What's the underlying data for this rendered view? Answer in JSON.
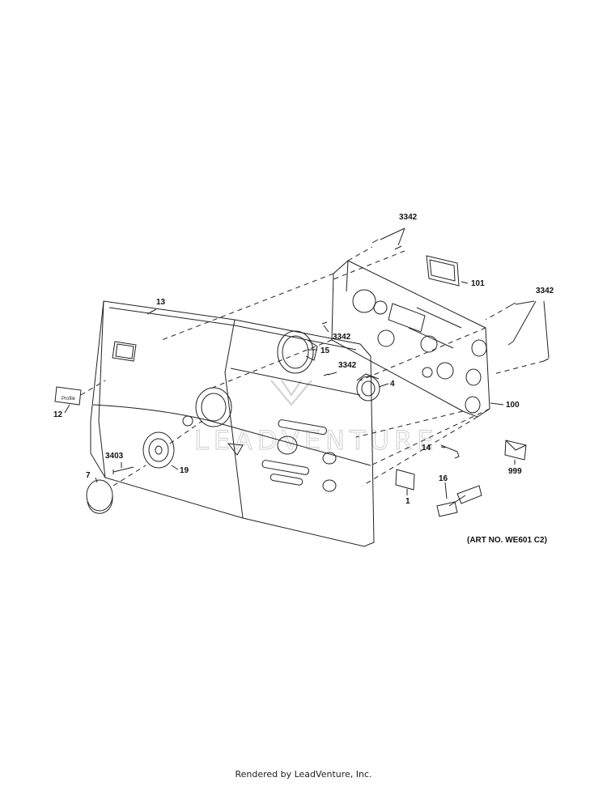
{
  "callouts": {
    "c3342a": "3342",
    "c101": "101",
    "c3342b": "3342",
    "c13": "13",
    "c3342c": "3342",
    "c15": "15",
    "c3342d": "3342",
    "c4": "4",
    "c100": "100",
    "c12": "12",
    "c14": "14",
    "c999": "999",
    "c3403": "3403",
    "c19": "19",
    "c7": "7",
    "c1": "1",
    "c16": "16"
  },
  "art_number": "(ART NO. WE601 C2)",
  "footer": "Rendered by LeadVenture, Inc.",
  "colors": {
    "line": "#222222",
    "watermark": "#cfcfcf"
  }
}
